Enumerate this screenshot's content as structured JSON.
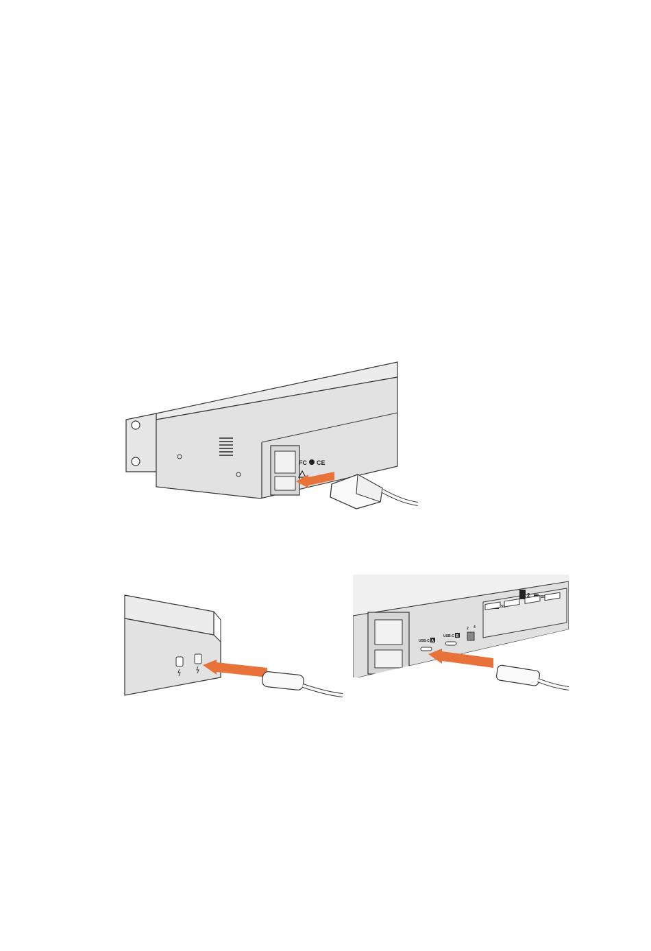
{
  "figures": {
    "rack_power": {
      "marks": {
        "fcc": "FC",
        "ce": "CE"
      }
    },
    "thunderbolt_connect": {},
    "usbc_connect": {
      "port_a_label": "USB-C",
      "port_a_badge": "A",
      "port_b_label": "USB-C",
      "port_b_badge": "B",
      "switch_labels": [
        "2",
        "4"
      ],
      "mode_badge": "2",
      "group_a_badge": "A",
      "group_b_badge": "B",
      "ss_label": "SS"
    }
  },
  "colors": {
    "arrow": "#e8733a",
    "chassis": "#e4e4e4",
    "chassis_dark": "#cfcfcf",
    "outline": "#333333"
  }
}
